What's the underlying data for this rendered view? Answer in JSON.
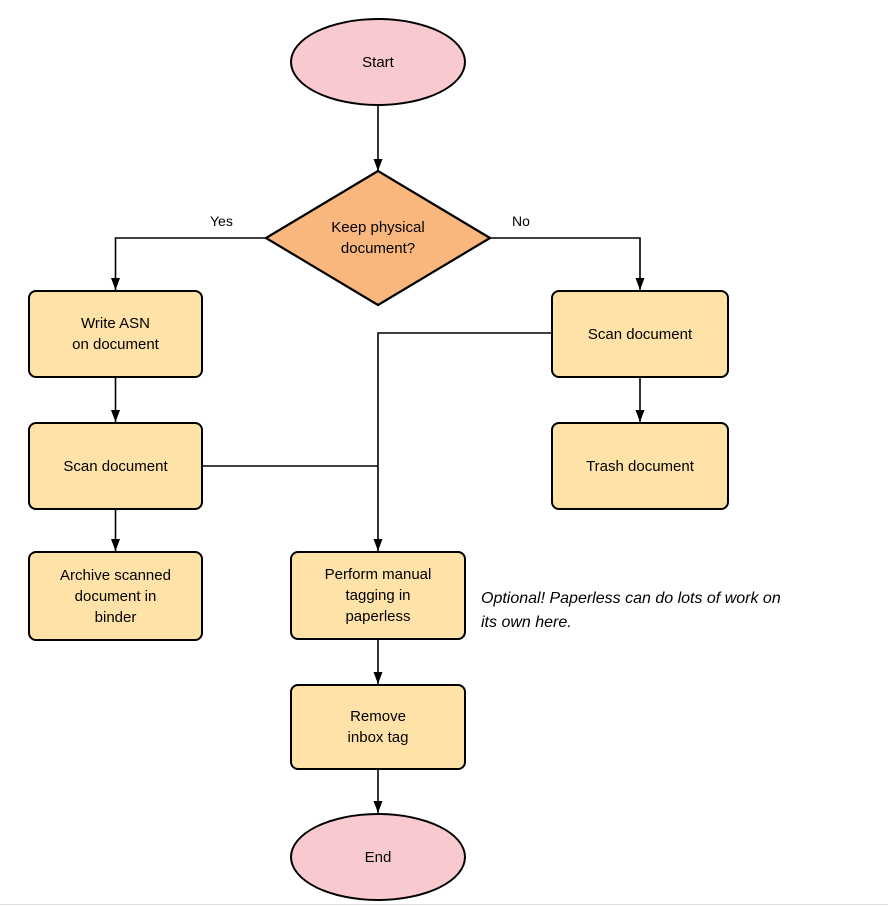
{
  "theme": {
    "background": "#ffffff",
    "terminal-fill": "#f8c9cf",
    "decision-fill": "#f9b77e",
    "process-fill": "#ffe2a8",
    "stroke": "#000000"
  },
  "diagram": {
    "start": {
      "label": "Start"
    },
    "decision": {
      "label": "Keep physical\ndocument?"
    },
    "yes_label": "Yes",
    "no_label": "No",
    "write_asn": {
      "label": "Write ASN\non document"
    },
    "scan_right": {
      "label": "Scan document"
    },
    "trash": {
      "label": "Trash document"
    },
    "scan_left": {
      "label": "Scan document"
    },
    "archive": {
      "label": "Archive scanned\ndocument in\nbinder"
    },
    "tagging": {
      "label": "Perform manual\ntagging in\npaperless"
    },
    "remove_inbox": {
      "label": "Remove\ninbox tag"
    },
    "end": {
      "label": "End"
    },
    "annotation": "Optional! Paperless can do lots of work on\nits own here."
  }
}
